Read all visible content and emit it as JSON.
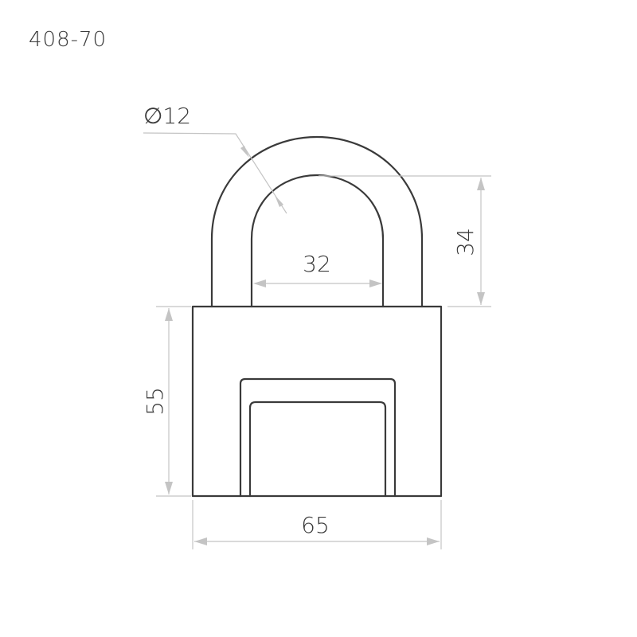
{
  "model": "408-70",
  "dimensions": {
    "shackle_diameter": "∅12",
    "shackle_inner_width": "32",
    "shackle_height": "34",
    "body_height": "55",
    "body_width": "65"
  },
  "colors": {
    "outline": "#3a3a3a",
    "dimension_lines": "#c4c4c4",
    "background": "#ffffff"
  }
}
